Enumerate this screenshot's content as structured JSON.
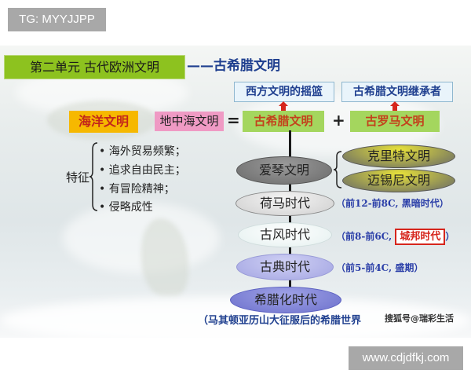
{
  "watermark_top": "TG: MYYJJPP",
  "watermark_bottom": "www.cdjdfkj.com",
  "slide": {
    "unit_label": "第二单元  古代欧洲文明",
    "subtitle": "——古希腊文明",
    "top_boxes": [
      {
        "label": "西方文明的摇篮"
      },
      {
        "label": "古希腊文明继承者"
      }
    ],
    "ocean_civ": "海洋文明",
    "mediterranean_civ": "地中海文明",
    "equals": "=",
    "plus": "+",
    "greek_civ": "古希腊文明",
    "roman_civ": "古罗马文明",
    "features": {
      "label": "特征",
      "items": [
        "• 海外贸易频繁；",
        "• 追求自由民主；",
        "• 有冒险精神；",
        "• 侵略成性"
      ]
    },
    "timeline": [
      {
        "label": "爱琴文明",
        "note": ""
      },
      {
        "label": "荷马时代",
        "note": "（前12-前8C, 黑暗时代）"
      },
      {
        "label": "古风时代",
        "note_pre": "（前8-前6C, ",
        "highlight": "城邦时代",
        "note_post": "）"
      },
      {
        "label": "古典时代",
        "note": "（前5-前4C, 盛期）"
      },
      {
        "label": "希腊化时代",
        "note": ""
      }
    ],
    "aegean_sub": [
      "克里特文明",
      "迈锡尼文明"
    ],
    "bottom_note": "（马其顿亚历山大征服后的希腊世界",
    "source_watermark": "搜狐号@瑞彩生活"
  },
  "colors": {
    "accent_green": "#8dc21f",
    "title_blue": "#1f3f8f",
    "red": "#d6251c",
    "orange": "#f6b800",
    "pink": "#ef9ac4",
    "purple": "#7b7fd0"
  }
}
